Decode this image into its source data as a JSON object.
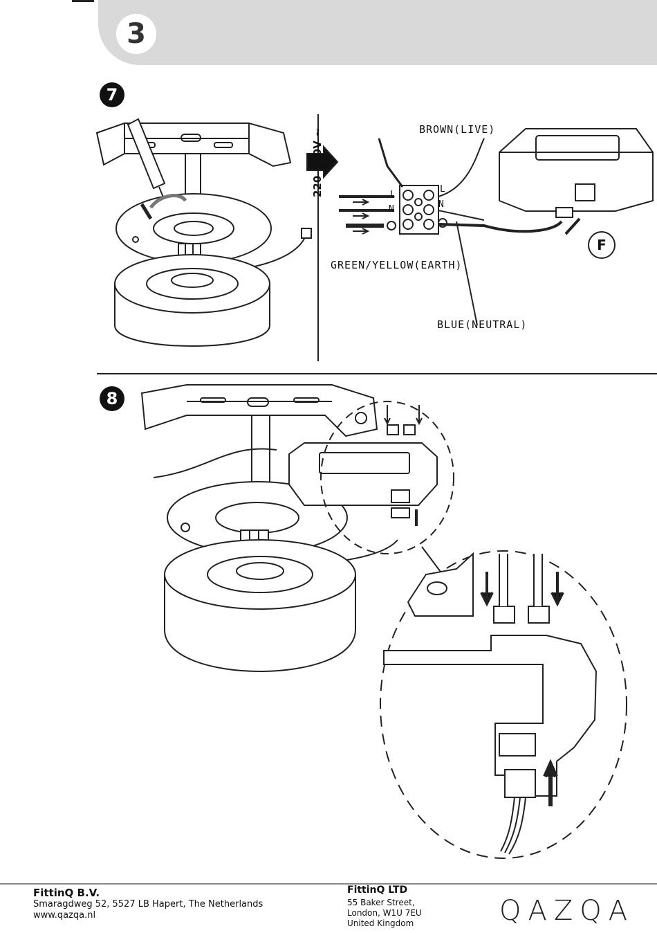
{
  "header": {
    "step_number": "3"
  },
  "step7": {
    "badge": "7",
    "wiring": {
      "voltage": "220–240V ~",
      "brown_live": "BROWN(LIVE)",
      "green_yellow_earth": "GREEN/YELLOW(EARTH)",
      "blue_neutral": "BLUE(NEUTRAL)",
      "terminal_l": "L",
      "terminal_n": "N",
      "terminal_l_out": "L",
      "terminal_n_out": "N",
      "connector_label": "F"
    }
  },
  "step8": {
    "badge": "8"
  },
  "footer": {
    "nl_company": "FittinQ B.V.",
    "nl_address": "Smaragdweg 52, 5527 LB Hapert, The Netherlands",
    "nl_web": "www.qazqa.nl",
    "uk_company": "FittinQ LTD",
    "uk_address_1": "55 Baker Street,",
    "uk_address_2": "London, W1U 7EU",
    "uk_address_3": "United Kingdom",
    "brand": "QAZQA"
  }
}
